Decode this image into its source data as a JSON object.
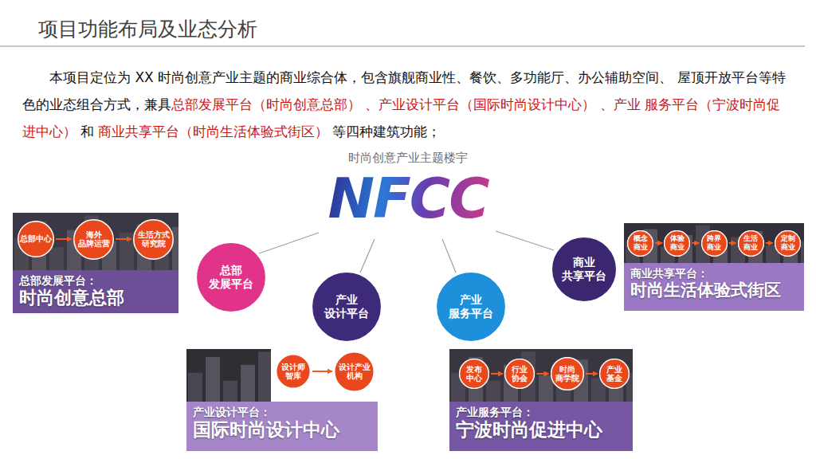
{
  "diagram": {
    "title": "项目功能布局及业态分析",
    "nodes": [
      {
        "text": [
          "总部发展平台：",
          "时尚创意总部"
        ]
      },
      {
        "text": [
          "总部中心"
        ],
        "in": 0
      },
      {
        "text": [
          "海外 品牌运营"
        ],
        "in": 0
      },
      {
        "text": [
          "生活方式 研究院"
        ],
        "in": 0
      },
      {
        "text": [
          "商业共享平台：",
          "时尚生活体验式街区"
        ]
      },
      {
        "text": [
          "概念 商业"
        ],
        "in": 4
      },
      {
        "text": [
          "体验 商业"
        ],
        "in": 4
      },
      {
        "text": [
          "跨界 商业"
        ],
        "in": 4
      },
      {
        "text": [
          "生活 商业"
        ],
        "in": 4
      },
      {
        "text": [
          "定制 商业"
        ],
        "in": 4
      },
      {
        "text": [
          "总部 发展平台"
        ]
      },
      {
        "text": [
          "商业 共享平台"
        ]
      },
      {
        "text": [
          "产业 设计平台"
        ]
      },
      {
        "text": [
          "产业 服务平台"
        ]
      },
      {
        "text": [
          "产业设计平台：",
          "国际时尚设计中心"
        ]
      },
      {
        "text": [
          "设计师 智库"
        ],
        "in": 14
      },
      {
        "text": [
          "设计产业 机构"
        ],
        "in": 14
      },
      {
        "text": [
          "产业服务平台：",
          "宁波时尚促进中心"
        ]
      },
      {
        "text": [
          "发布 中心"
        ],
        "in": 17
      },
      {
        "text": [
          "行业 协会"
        ],
        "in": 17
      },
      {
        "text": [
          "时尚 商学院"
        ],
        "in": 17
      },
      {
        "text": [
          "产业 基金"
        ],
        "in": 17
      }
    ],
    "edges": [
      {
        "from": 1,
        "to": 2,
        "arrow": "to"
      },
      {
        "from": 2,
        "to": 3,
        "arrow": "to"
      },
      {
        "from": 5,
        "to": 6,
        "arrow": "to"
      },
      {
        "from": 6,
        "to": 7,
        "arrow": "to"
      },
      {
        "from": 7,
        "to": 8,
        "arrow": "to"
      },
      {
        "from": 8,
        "to": 9,
        "arrow": "to"
      },
      {
        "from": 15,
        "to": 16,
        "arrow": "to"
      },
      {
        "from": 18,
        "to": 19,
        "arrow": "to"
      },
      {
        "from": 19,
        "to": 20,
        "arrow": "to"
      },
      {
        "from": 20,
        "to": 21,
        "arrow": "to"
      }
    ],
    "labels": [
      "本项目定位为 XX 时尚创意产业主题的商业综合体，包含旗舰商业性、餐饮、多功能厅、办公辅助空间、 屋顶开放平台等特色的业态组合方式，兼具",
      "总部发展平台（时尚创意总部） 、产业设计平台（国际时尚设计中心） 、产业 服务平台（宁波时尚促进中心）",
      "和",
      "商业共享平台（时尚生活体验式街区）",
      "等四种建筑功能；",
      "时尚创意产业主题楼宇",
      "NFCC"
    ]
  }
}
